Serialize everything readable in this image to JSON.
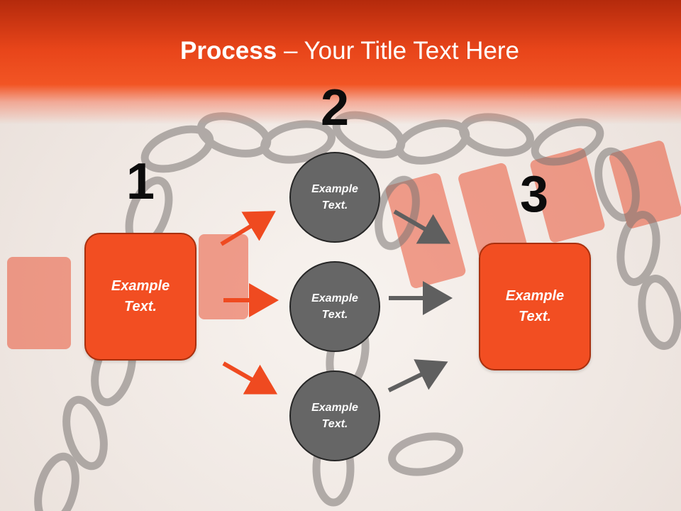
{
  "slide": {
    "title_bold": "Process",
    "title_sep": " – ",
    "title_rest": "Your Title Text Here"
  },
  "steps": [
    {
      "number": "1",
      "text_line1": "Example",
      "text_line2": "Text."
    },
    {
      "number": "2",
      "text_line1": "Example",
      "text_line2": "Text."
    },
    {
      "number": "3",
      "text_line1": "Example",
      "text_line2": "Text."
    }
  ],
  "middle_nodes": [
    {
      "text_line1": "Example",
      "text_line2": "Text."
    },
    {
      "text_line1": "Example",
      "text_line2": "Text."
    },
    {
      "text_line1": "Example",
      "text_line2": "Text."
    }
  ],
  "colors": {
    "accent": "#f24e22",
    "accent_dark": "#a9300e",
    "node_gray": "#666666",
    "arrow_red": "#ef4a20",
    "arrow_gray": "#5f5f5f"
  }
}
